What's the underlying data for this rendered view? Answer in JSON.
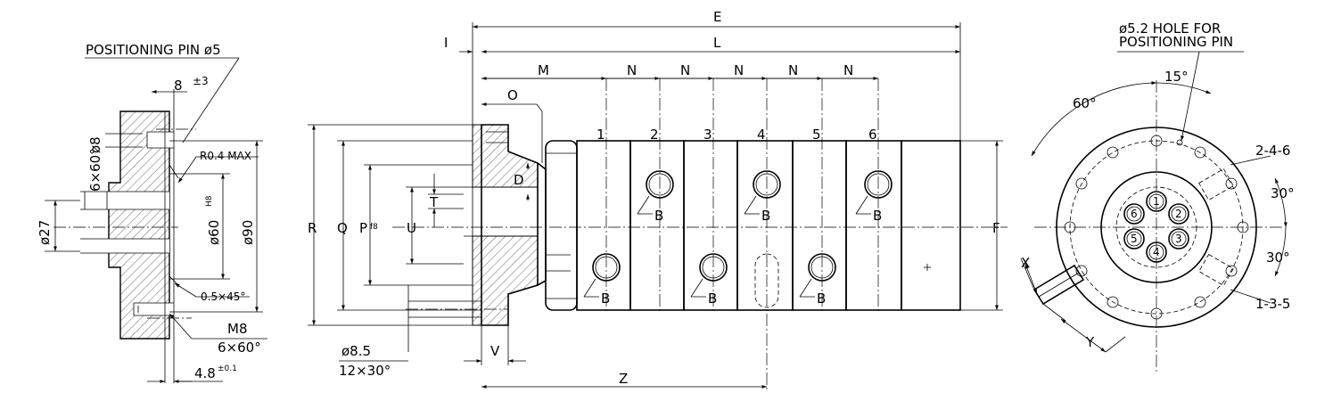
{
  "left_view": {
    "positioning_pin": "POSITIONING PIN ø5",
    "dim_8": "8",
    "tol_3": "±3",
    "dim_d8": "ø8",
    "dim_6x60_vert": "6×60°",
    "r04": "R0.4 MAX",
    "dim_d27": "ø27",
    "dim_d60": "ø60",
    "tol_h8": "H8",
    "dim_d90": "ø90",
    "chamfer": "0.5×45°",
    "m8": "M8",
    "m8_pattern": "6×60°",
    "dim_48": "4.8",
    "tol_01": "±0.1"
  },
  "main_view": {
    "E": "E",
    "L": "L",
    "I": "I",
    "M": "M",
    "N": "N",
    "O": "O",
    "D": "D",
    "R": "R",
    "Q": "Q",
    "P": "P",
    "tol_f8": "f8",
    "U": "U",
    "T": "T",
    "F": "F",
    "V": "V",
    "Z": "Z",
    "B": "B",
    "port_numbers": [
      "1",
      "2",
      "3",
      "4",
      "5",
      "6"
    ],
    "hole_dia": "ø8.5",
    "hole_pattern": "12×30°"
  },
  "right_view": {
    "hole_note_1": "ø5.2 HOLE FOR",
    "hole_note_2": "POSITIONING PIN",
    "deg_15": "15°",
    "deg_60": "60°",
    "ports_246": "2-4-6",
    "deg_30a": "30°",
    "deg_30b": "30°",
    "ports_135": "1-3-5",
    "X": "X",
    "Y": "Y",
    "circle_numbers": [
      "1",
      "2",
      "3",
      "4",
      "5",
      "6"
    ]
  }
}
